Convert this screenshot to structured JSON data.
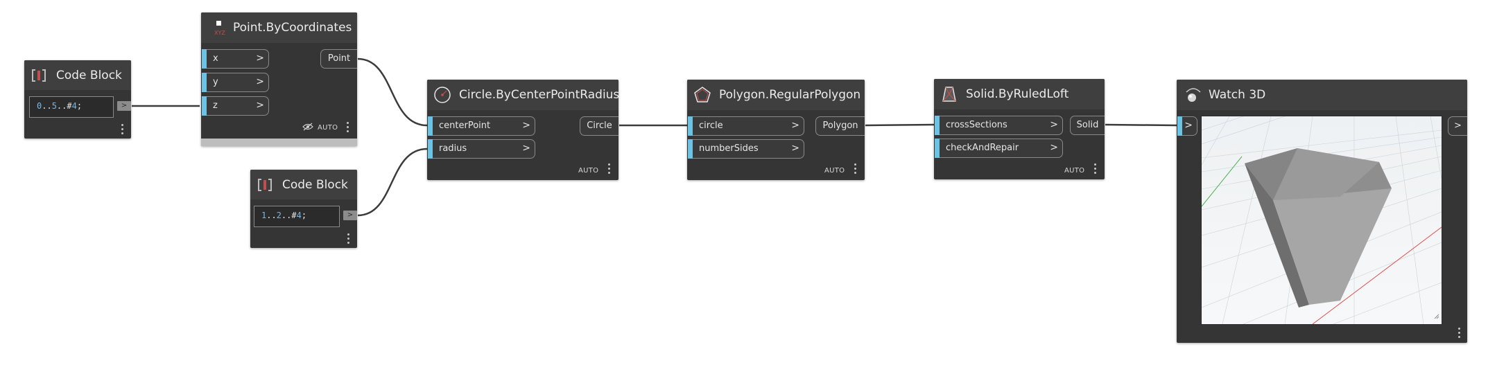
{
  "canvas": {
    "background": "#ffffff",
    "wire_color": "#3b3b3b",
    "port_accent": "#6cc3e6"
  },
  "nodes": {
    "code_block_1": {
      "title": "Code Block",
      "code": "0..5..#4;",
      "out_label": ">"
    },
    "point": {
      "title": "Point.ByCoordinates",
      "inputs": [
        "x",
        "y",
        "z"
      ],
      "output": "Point",
      "run_mode": "AUTO"
    },
    "code_block_2": {
      "title": "Code Block",
      "code": "1..2..#4;",
      "out_label": ">"
    },
    "circle": {
      "title": "Circle.ByCenterPointRadius",
      "inputs": [
        "centerPoint",
        "radius"
      ],
      "output": "Circle",
      "run_mode": "AUTO"
    },
    "polygon": {
      "title": "Polygon.RegularPolygon",
      "inputs": [
        "circle",
        "numberSides"
      ],
      "output": "Polygon",
      "run_mode": "AUTO"
    },
    "solid": {
      "title": "Solid.ByRuledLoft",
      "inputs": [
        "crossSections",
        "checkAndRepair"
      ],
      "output": "Solid",
      "run_mode": "AUTO"
    },
    "watch3d": {
      "title": "Watch 3D",
      "in_label": ">",
      "out_label": ">"
    }
  },
  "chevron": ">"
}
